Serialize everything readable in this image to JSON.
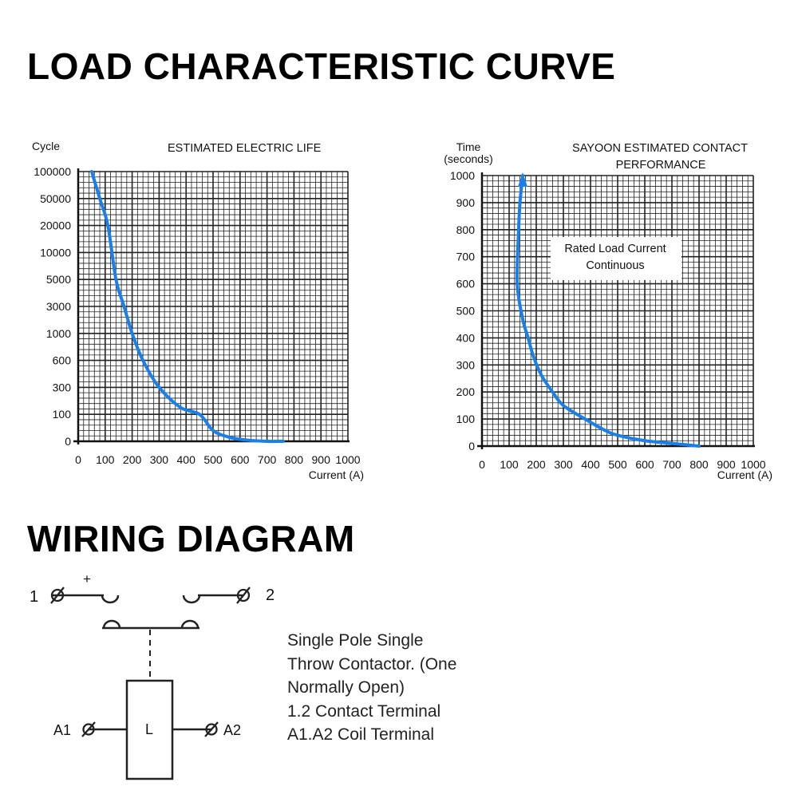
{
  "headings": {
    "load_curve": "LOAD CHARACTERISTIC CURVE",
    "wiring": "WIRING DIAGRAM"
  },
  "colors": {
    "curve": "#1a7fe8",
    "grid": "#222222"
  },
  "chart_data": [
    {
      "type": "line",
      "title": "ESTIMATED ELECTRIC LIFE",
      "ylabel": "Cycle",
      "xlabel": "Current (A)",
      "xticks": [
        "0",
        "100",
        "200",
        "300",
        "400",
        "500",
        "600",
        "700",
        "800",
        "900",
        "1000"
      ],
      "yticks": [
        "0",
        "100",
        "300",
        "600",
        "1000",
        "3000",
        "5000",
        "10000",
        "20000",
        "50000",
        "100000"
      ],
      "xlim": [
        0,
        1000
      ],
      "y_scale": "categorical-ticks",
      "grid": true,
      "series": [
        {
          "x": [
            50,
            80,
            110,
            140,
            170,
            200,
            240,
            300,
            380,
            450,
            500,
            560,
            620,
            700,
            760
          ],
          "y": [
            100000,
            50000,
            20000,
            5000,
            3000,
            1000,
            600,
            300,
            150,
            100,
            40,
            15,
            5,
            0,
            0
          ]
        }
      ]
    },
    {
      "type": "line",
      "title": "SAYOON ESTIMATED CONTACT PERFORMANCE",
      "ylabel": "Time (seconds)",
      "xlabel": "Current (A)",
      "annotation": [
        "Rated Load Current",
        "Continuous"
      ],
      "xticks": [
        "0",
        "100",
        "200",
        "300",
        "400",
        "500",
        "600",
        "700",
        "800",
        "900",
        "1000"
      ],
      "yticks": [
        "0",
        "100",
        "200",
        "300",
        "400",
        "500",
        "600",
        "700",
        "800",
        "900",
        "1000"
      ],
      "xlim": [
        0,
        1000
      ],
      "ylim": [
        0,
        1000
      ],
      "grid": true,
      "series": [
        {
          "x": [
            150,
            140,
            135,
            130,
            150,
            170,
            190,
            220,
            260,
            300,
            380,
            450,
            500,
            600,
            700,
            800
          ],
          "y": [
            1000,
            900,
            800,
            600,
            470,
            400,
            330,
            260,
            200,
            150,
            100,
            60,
            40,
            20,
            10,
            0
          ]
        }
      ]
    }
  ],
  "wiring": {
    "terminal_1": "1",
    "terminal_2": "2",
    "plus": "+",
    "coil_label": "L",
    "coil_a1": "A1",
    "coil_a2": "A2",
    "description": [
      "Single Pole Single",
      "Throw Contactor. (One",
      "Normally Open)",
      "1.2 Contact Terminal",
      "A1.A2 Coil Terminal"
    ]
  }
}
